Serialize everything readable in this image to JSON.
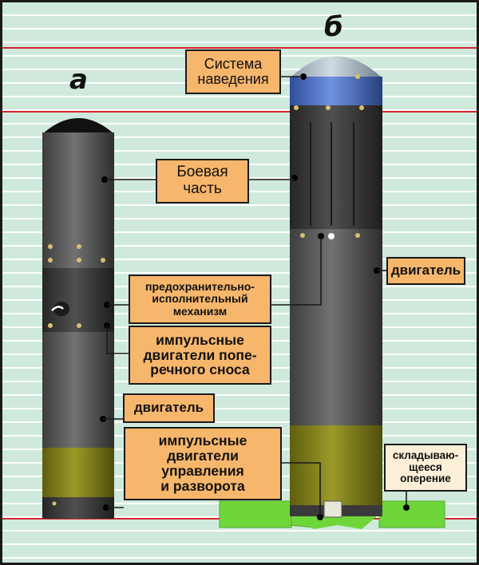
{
  "figure": {
    "letter_a": "а",
    "letter_b": "б"
  },
  "labels": {
    "guidance_system": "Система\nнаведения",
    "warhead": "Боевая\nчасть",
    "engine_b": "двигатель",
    "safety_arming": "предохранительно-\nисполнительный\nмеханизм",
    "lateral_thrusters": "импульсные\nдвигатели попе-\nречного сноса",
    "engine_a": "двигатель",
    "control_thrusters": "импульсные\nдвигатели\nуправления\nи разворота",
    "folding_fins": "складываю-\nщееся\nоперение"
  },
  "colors": {
    "background": "#cfeadc",
    "stripe": "#ffffff",
    "red_line": "#d4232c",
    "label_fill": "#f6b66c",
    "body_grey": "#5f5f5f",
    "olive_section": "#8d8c20",
    "fin_green": "#6fd63a",
    "guidance_blue": "#4f74c8"
  }
}
